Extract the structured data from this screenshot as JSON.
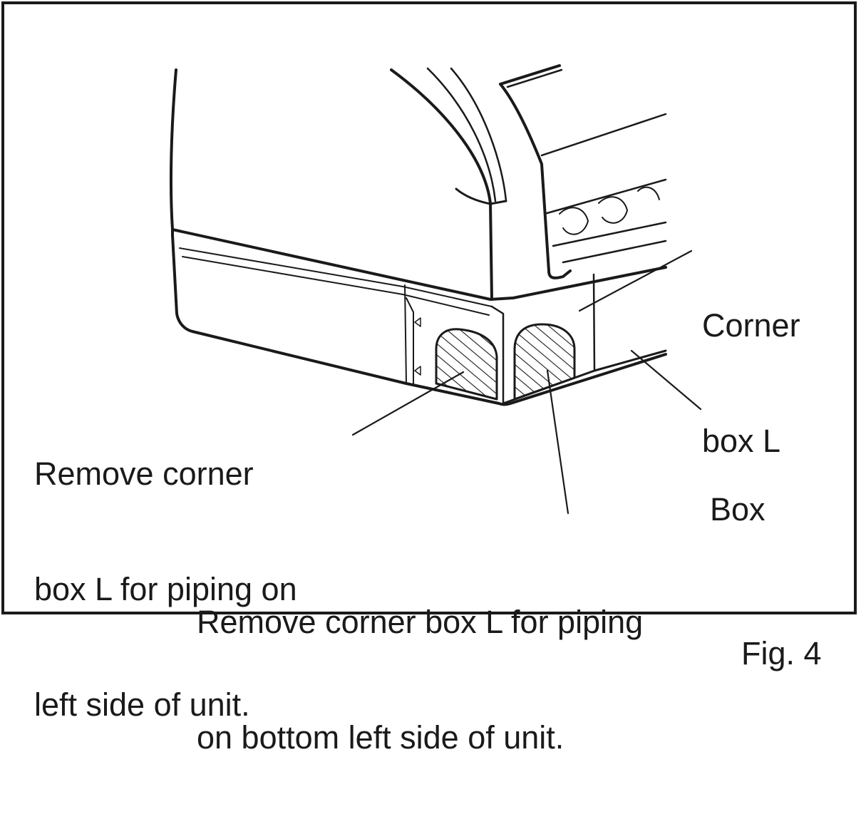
{
  "figure": {
    "label": "Fig. 4"
  },
  "callouts": {
    "corner_box": [
      "Corner",
      "box L"
    ],
    "box": "Box",
    "left_piping": [
      "Remove corner",
      "box L for piping on",
      "left side of unit."
    ],
    "bottom_piping": [
      "Remove corner box L for piping",
      "on bottom left side of unit."
    ]
  },
  "colors": {
    "line": "#1a1a1a",
    "background": "#ffffff"
  }
}
